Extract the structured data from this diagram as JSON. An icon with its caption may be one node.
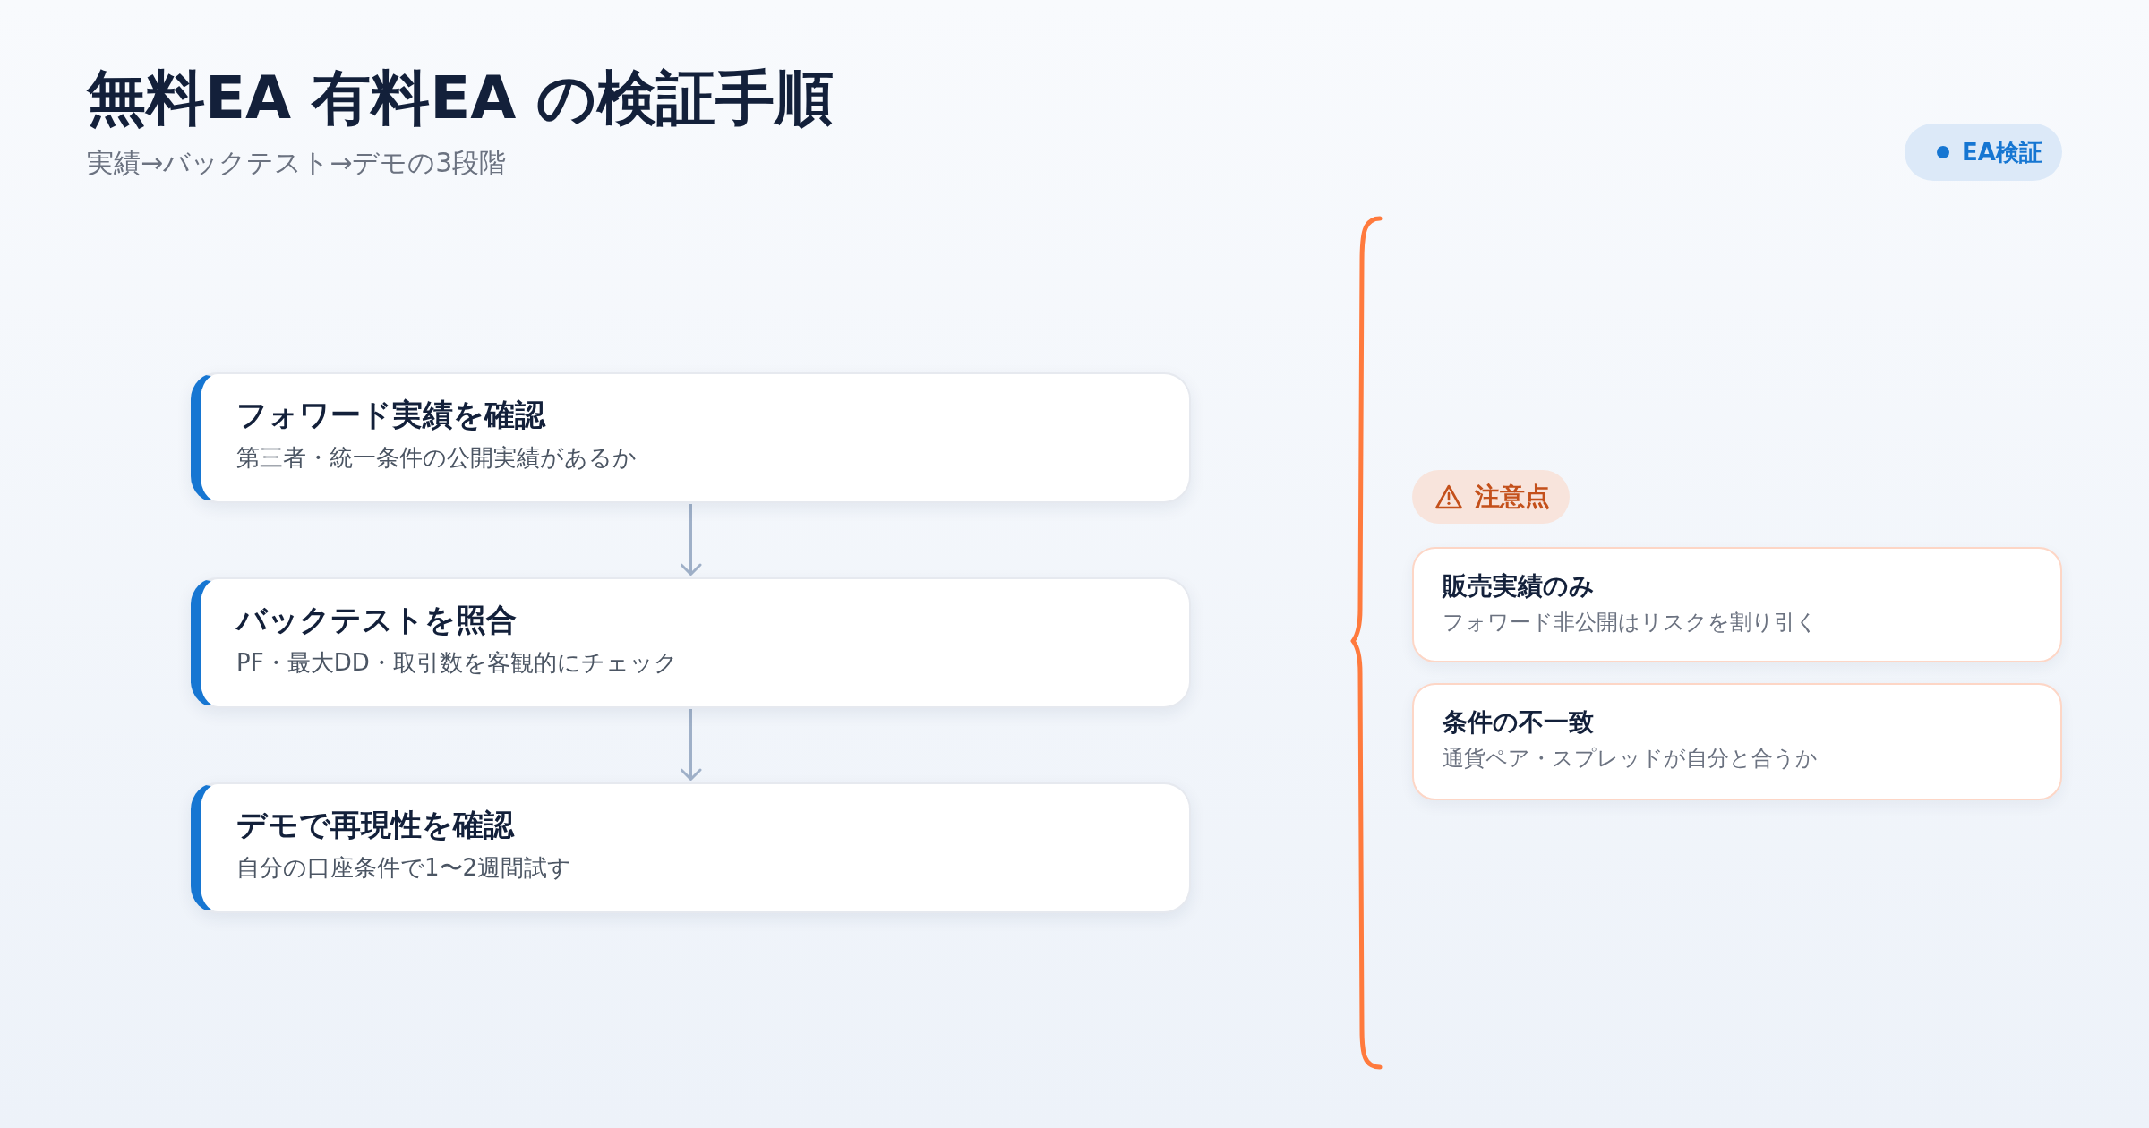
{
  "diagram": {
    "title": "無料EA 有料EA の検証手順",
    "nodes": [
      {
        "text": [
          "EA検証"
        ]
      },
      {
        "text": [
          "フォワード実績を確認",
          "第三者・統一条件の公開実績があるか"
        ]
      },
      {
        "text": [
          "バックテストを照合",
          "PF・最大DD・取引数を客観的にチェック"
        ]
      },
      {
        "text": [
          "デモで再現性を確認",
          "自分の口座条件で1〜2週間試す"
        ]
      },
      {
        "text": [
          "注意点"
        ]
      },
      {
        "text": [
          "販売実績のみ",
          "フォワード非公開はリスクを割り引く"
        ]
      },
      {
        "text": [
          "条件の不一致",
          "通貨ペア・スプレッドが自分と合うか"
        ]
      }
    ],
    "edges": [
      {
        "from": 1,
        "to": 2,
        "arrow": "to"
      },
      {
        "from": 2,
        "to": 3,
        "arrow": "to"
      }
    ],
    "labels": [
      "実績→バックテスト→デモの3段階"
    ]
  }
}
